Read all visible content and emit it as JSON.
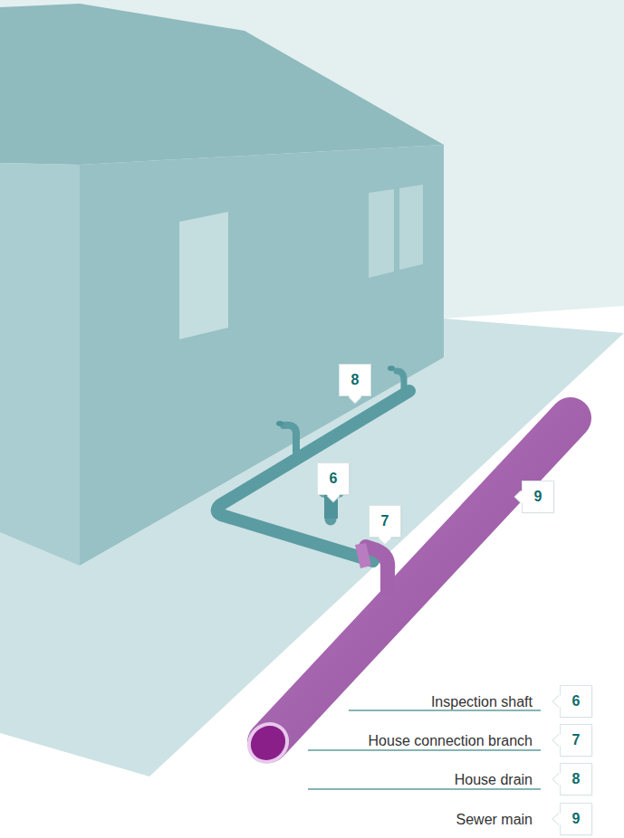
{
  "diagram": {
    "nodes": [
      {
        "text": [
          "8"
        ]
      },
      {
        "text": [
          "6"
        ]
      },
      {
        "text": [
          "9"
        ]
      },
      {
        "text": [
          "7"
        ]
      },
      {
        "text": [
          "6"
        ]
      },
      {
        "text": [
          "7"
        ]
      },
      {
        "text": [
          "8"
        ]
      },
      {
        "text": [
          "9"
        ]
      }
    ],
    "labels": [
      "Inspection shaft",
      "House connection branch",
      "House drain",
      "Sewer main"
    ]
  }
}
